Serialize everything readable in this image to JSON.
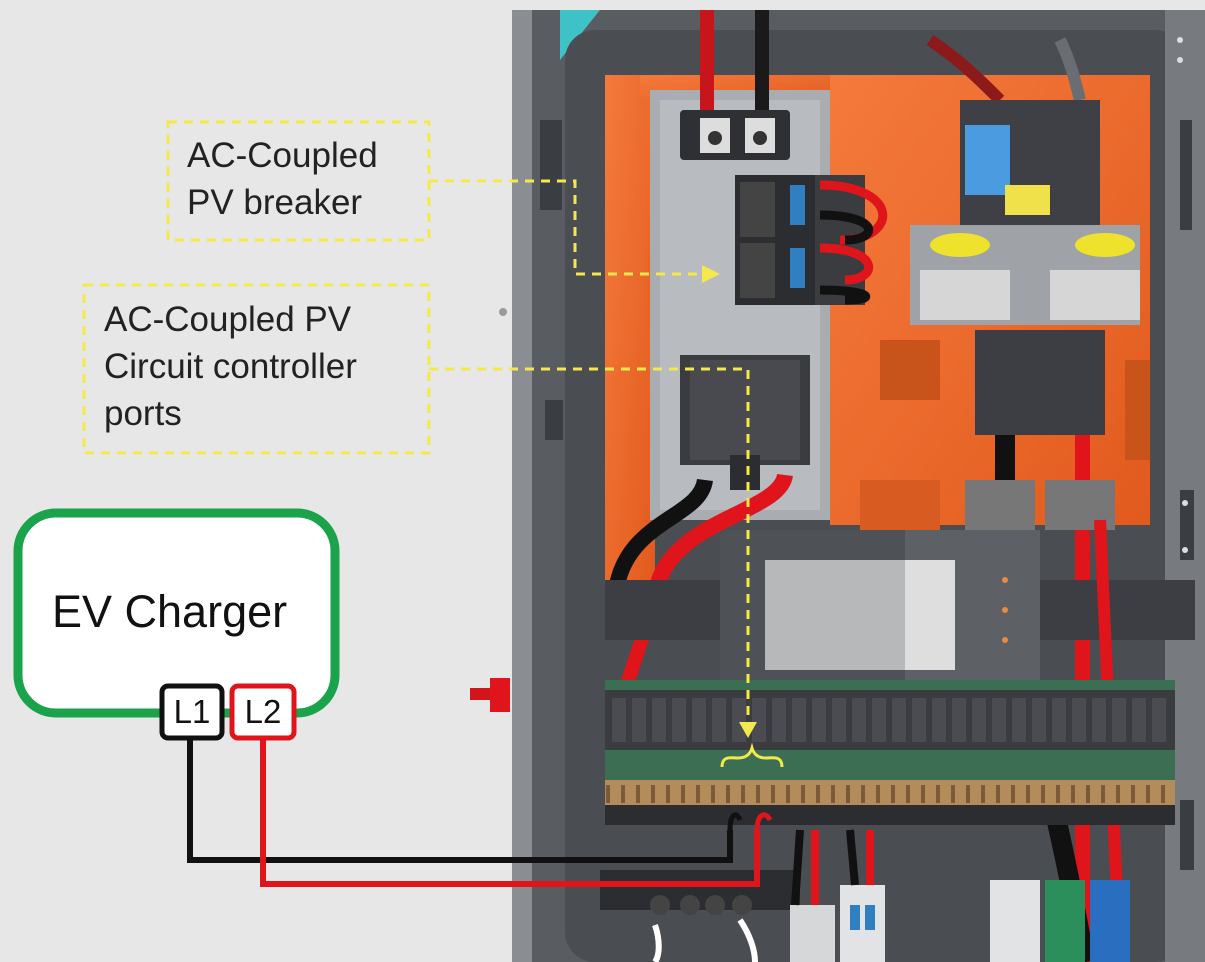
{
  "callouts": {
    "breaker_label": [
      "AC-Coupled",
      "PV breaker"
    ],
    "controller_label": [
      "AC-Coupled PV",
      "Circuit controller",
      "ports"
    ]
  },
  "ev_charger": {
    "label": "EV Charger",
    "terminals": [
      "L1",
      "L2"
    ]
  },
  "colors": {
    "callout_dash": "#f5e84a",
    "ev_box_border": "#1aa34a",
    "wire_l1": "#111111",
    "wire_l2": "#e0151c",
    "panel_orange": "#f06a2a",
    "panel_body": "#5a5d62"
  }
}
